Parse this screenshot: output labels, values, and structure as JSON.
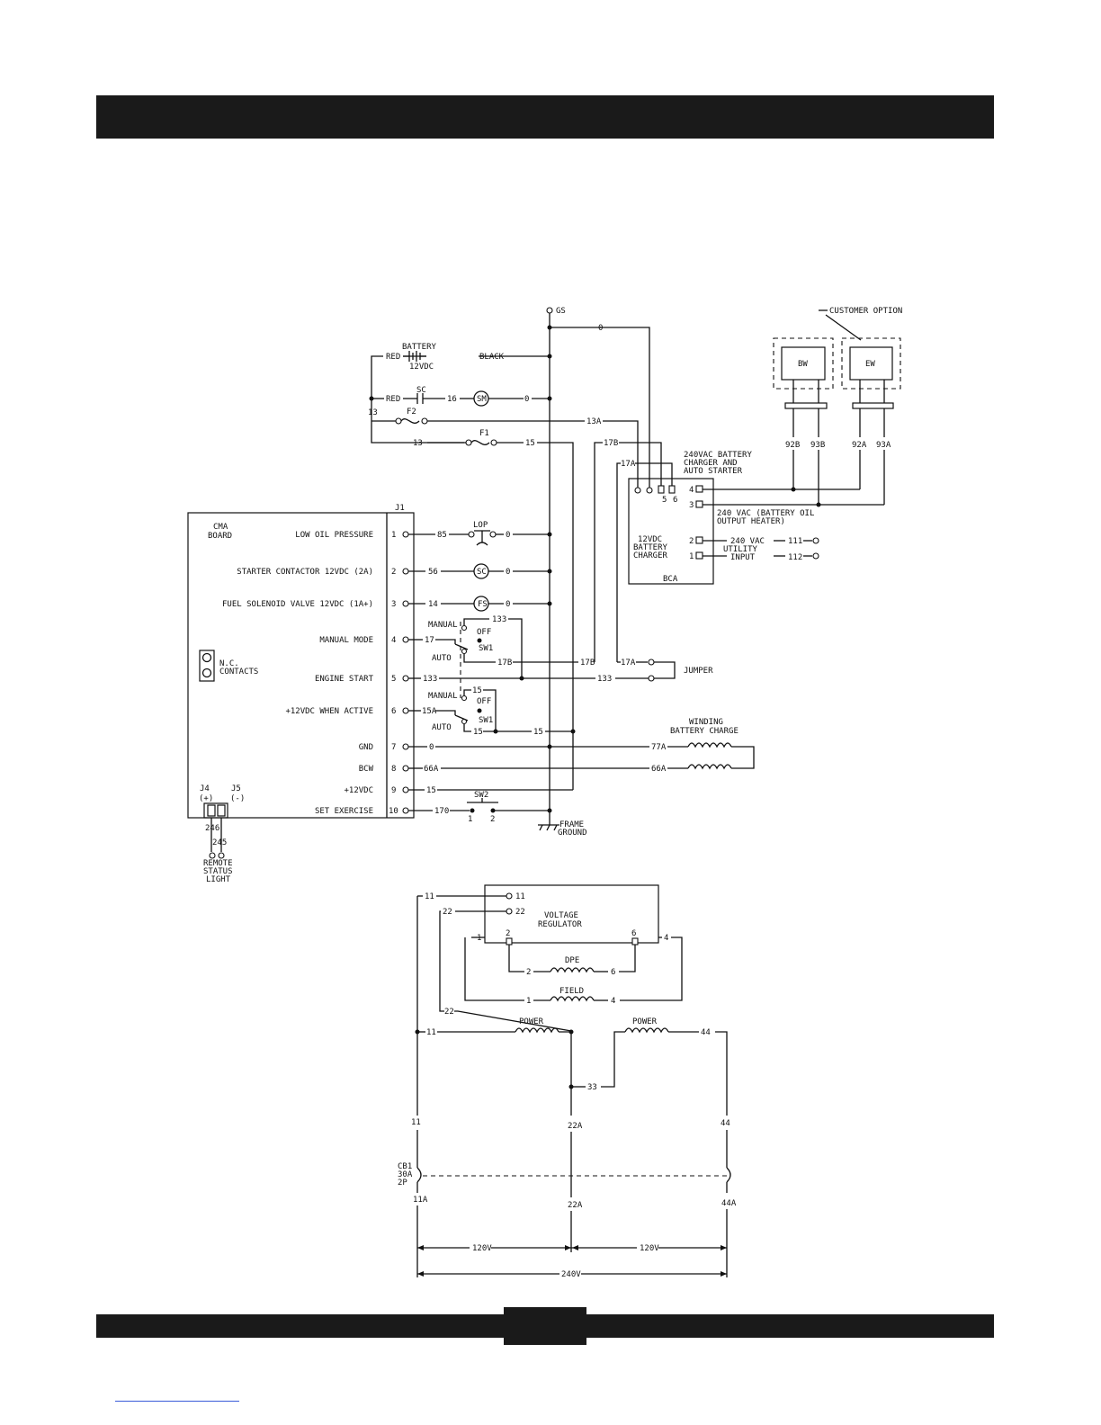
{
  "labels": {
    "gs": "GS",
    "battery": "BATTERY",
    "v12vdc": "12VDC",
    "red1": "RED",
    "black": "BLACK",
    "red2": "RED",
    "sc": "SC",
    "w16": "16",
    "sm": "SM",
    "w0_sm": "0",
    "w13_left": "13",
    "f2": "F2",
    "w13a": "13A",
    "f1": "F1",
    "w13": "13",
    "w15_f1": "15",
    "w0_top": "0",
    "w17b_top": "17B",
    "w17a_top": "17A",
    "customer_option": "CUSTOMER OPTION",
    "bw": "BW",
    "ew": "EW",
    "w92b": "92B",
    "w93b": "93B",
    "w92a": "92A",
    "w93a": "93A",
    "charger_title_1": "240VAC BATTERY",
    "charger_title_2": "CHARGER AND",
    "charger_title_3": "AUTO STARTER",
    "t5": "5",
    "t6": "6",
    "t4": "4",
    "t3": "3",
    "t2": "2",
    "t1": "1",
    "heater_1": "240 VAC (BATTERY OIL",
    "heater_2": "OUTPUT  HEATER)",
    "utility_1": "240 VAC",
    "utility_2": "UTILITY",
    "utility_3": "INPUT",
    "w111": "111",
    "w112": "112",
    "bc_1": "12VDC",
    "bc_2": "BATTERY",
    "bc_3": "CHARGER",
    "bca": "BCA",
    "cma_1": "CMA",
    "cma_2": "BOARD",
    "j1": "J1",
    "nc_1": "N.C.",
    "nc_2": "CONTACTS",
    "j4": "J4",
    "j4_sign": "(+)",
    "j5": "J5",
    "j5_sign": "(-)",
    "w246": "246",
    "w245": "245",
    "rsl_1": "REMOTE",
    "rsl_2": "STATUS",
    "rsl_3": "LIGHT",
    "lop": "LOP",
    "w85": "85",
    "w0_lop": "0",
    "w56": "56",
    "w0_sc": "0",
    "sc2": "SC",
    "w14": "14",
    "fs": "FS",
    "w0_fs": "0",
    "manual1": "MANUAL",
    "off1": "OFF",
    "sw1_a": "SW1",
    "auto1": "AUTO",
    "w17": "17",
    "w133_top": "133",
    "w17b_mid": "17B",
    "w17b_right": "17B",
    "w17a_mid": "17A",
    "jumper": "JUMPER",
    "w133_5": "133",
    "w133_right": "133",
    "manual2": "MANUAL",
    "off2": "OFF",
    "sw1_b": "SW1",
    "auto2": "AUTO",
    "w15a": "15A",
    "w15_sw": "15",
    "w15_sw2": "15",
    "w15_sw3": "15",
    "winding_1": "WINDING",
    "winding_2": "BATTERY CHARGE",
    "w0_gnd": "0",
    "w77a": "77A",
    "w66a_l": "66A",
    "w66a_r": "66A",
    "w15_9": "15",
    "w170": "170",
    "sw2": "SW2",
    "sw2_1": "1",
    "sw2_2": "2",
    "frame_1": "FRAME",
    "frame_2": "GROUND",
    "vr_1": "VOLTAGE",
    "vr_2": "REGULATOR",
    "w11_top": "11",
    "w11_vr": "11",
    "w22_top": "22",
    "w22_vr": "22",
    "vr_2t": "2",
    "vr_6t": "6",
    "w1_left": "1",
    "w4_right": "4",
    "dpe": "DPE",
    "dpe_2": "2",
    "dpe_6": "6",
    "field": "FIELD",
    "field_1": "1",
    "field_4": "4",
    "w22_mid": "22",
    "w11_pow": "11",
    "power1": "POWER",
    "power2": "POWER",
    "w44_pow": "44",
    "w33": "33",
    "w11_v": "11",
    "w22a_v": "22A",
    "w44_v": "44",
    "cb1_1": "CB1",
    "cb1_2": "30A",
    "cb1_3": "2P",
    "w11a": "11A",
    "w22a_b": "22A",
    "w44a": "44A",
    "v120_l": "120V",
    "v120_r": "120V",
    "v240": "240V"
  },
  "j1_pins": [
    {
      "pin": "1",
      "label": "LOW OIL PRESSURE"
    },
    {
      "pin": "2",
      "label": "STARTER CONTACTOR 12VDC (2A)"
    },
    {
      "pin": "3",
      "label": "FUEL SOLENOID VALVE 12VDC (1A+)"
    },
    {
      "pin": "4",
      "label": "MANUAL MODE"
    },
    {
      "pin": "5",
      "label": "ENGINE START"
    },
    {
      "pin": "6",
      "label": "+12VDC WHEN ACTIVE"
    },
    {
      "pin": "7",
      "label": "GND"
    },
    {
      "pin": "8",
      "label": "BCW"
    },
    {
      "pin": "9",
      "label": "+12VDC"
    },
    {
      "pin": "10",
      "label": "SET EXERCISE"
    }
  ]
}
